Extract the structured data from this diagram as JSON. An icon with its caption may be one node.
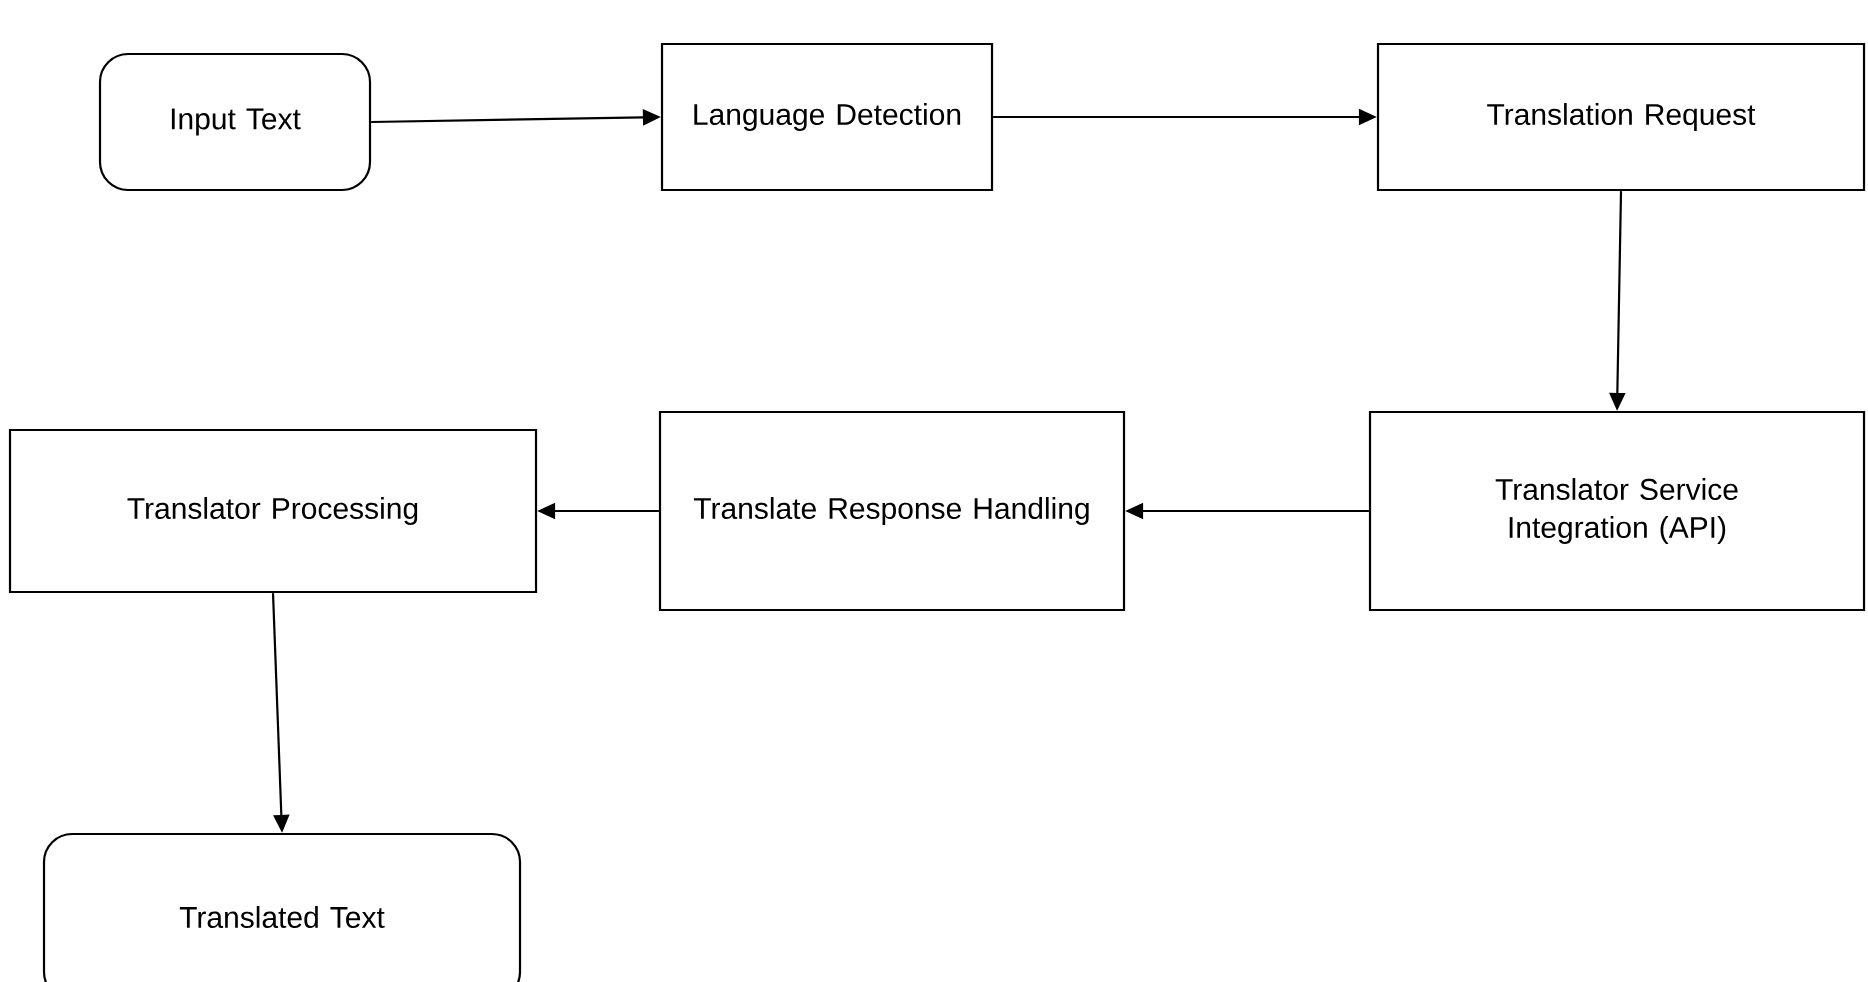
{
  "diagram": {
    "nodes": [
      {
        "text": [
          "Input Text"
        ]
      },
      {
        "text": [
          "Language Detection"
        ]
      },
      {
        "text": [
          "Translation Request"
        ]
      },
      {
        "text": [
          "Translator Service Integration (API)"
        ]
      },
      {
        "text": [
          "Translate Response Handling"
        ]
      },
      {
        "text": [
          "Translator Processing"
        ]
      },
      {
        "text": [
          "Translated Text"
        ]
      }
    ],
    "edges": [
      {
        "from": 0,
        "to": 1,
        "arrow": "to"
      },
      {
        "from": 1,
        "to": 2,
        "arrow": "to"
      },
      {
        "from": 2,
        "to": 3,
        "arrow": "to"
      },
      {
        "from": 3,
        "to": 4,
        "arrow": "to"
      },
      {
        "from": 4,
        "to": 5,
        "arrow": "to"
      },
      {
        "from": 5,
        "to": 6,
        "arrow": "to"
      }
    ]
  }
}
